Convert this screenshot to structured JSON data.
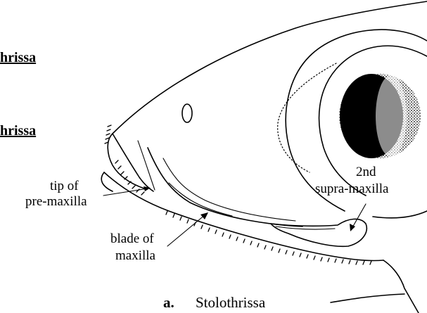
{
  "side_labels": [
    {
      "text": "hrissa"
    },
    {
      "text": "hrissa"
    }
  ],
  "labels": {
    "tip_premaxilla_line1": "tip of",
    "tip_premaxilla_line2": "pre-maxilla",
    "supramaxilla_line1": "2nd",
    "supramaxilla_line2": "supra-maxilla",
    "blade_maxilla_line1": "blade of",
    "blade_maxilla_line2": "maxilla"
  },
  "caption": {
    "letter": "a.",
    "text": "Stolothrissa"
  }
}
